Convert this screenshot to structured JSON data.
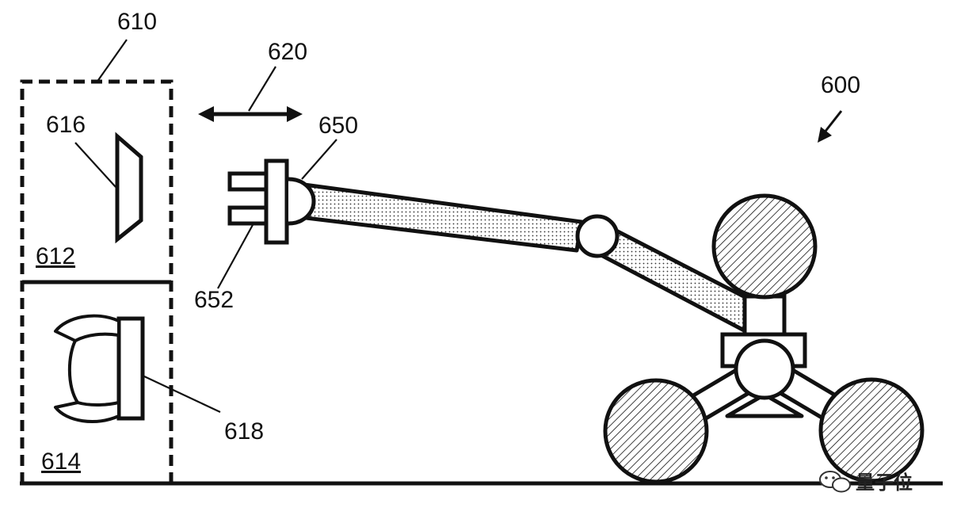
{
  "labels": {
    "l600": "600",
    "l610": "610",
    "l612": "612",
    "l614": "614",
    "l616": "616",
    "l618": "618",
    "l620": "620",
    "l650": "650",
    "l652": "652"
  },
  "watermark": {
    "text": "量子位",
    "icon": "wechat-icon"
  },
  "colors": {
    "stroke": "#111111",
    "background": "#ffffff"
  }
}
